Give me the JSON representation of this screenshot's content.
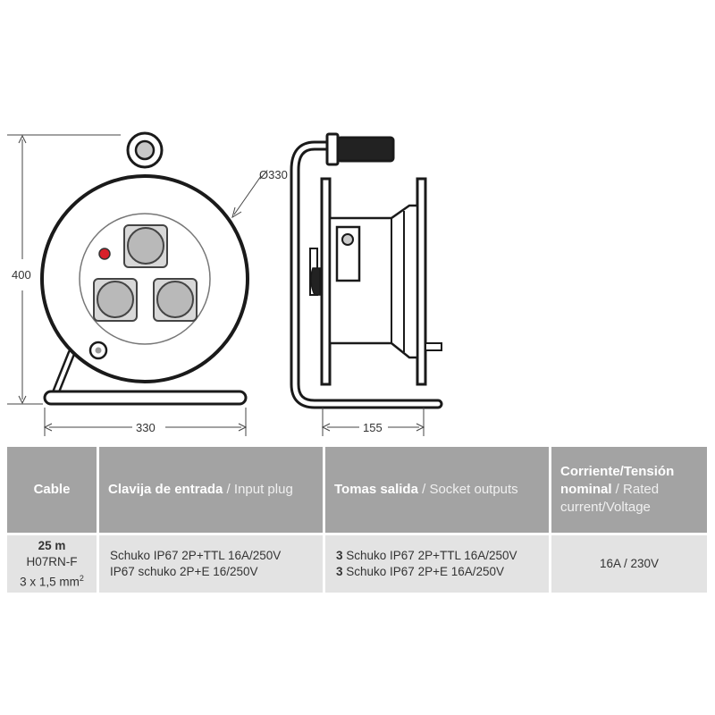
{
  "drawing": {
    "height_dim": "400",
    "width_dim": "330",
    "diameter_dim": "Ø330",
    "depth_dim": "155"
  },
  "table": {
    "headers": {
      "cable": "Cable",
      "input_plug_es": "Clavija de entrada",
      "input_plug_sep": " / ",
      "input_plug_en": "Input plug",
      "sockets_es": "Tomas salida",
      "sockets_sep": " / ",
      "sockets_en": "Socket outputs",
      "rating_es": "Corriente/Tensión nominal",
      "rating_sep": " / ",
      "rating_en": "Rated current/Voltage"
    },
    "row": {
      "cable_length": "25 m",
      "cable_type": "H07RN-F",
      "cable_section_base": "3 x 1,5 mm",
      "cable_section_sup": "2",
      "input_line1": "Schuko IP67 2P+TTL 16A/250V",
      "input_line2": "IP67 schuko 2P+E 16/250V",
      "socket1_qty": "3",
      "socket1_desc": " Schuko IP67 2P+TTL 16A/250V",
      "socket2_qty": "3",
      "socket2_desc": " Schuko IP67 2P+E 16A/250V",
      "rating": "16A / 230V"
    }
  }
}
